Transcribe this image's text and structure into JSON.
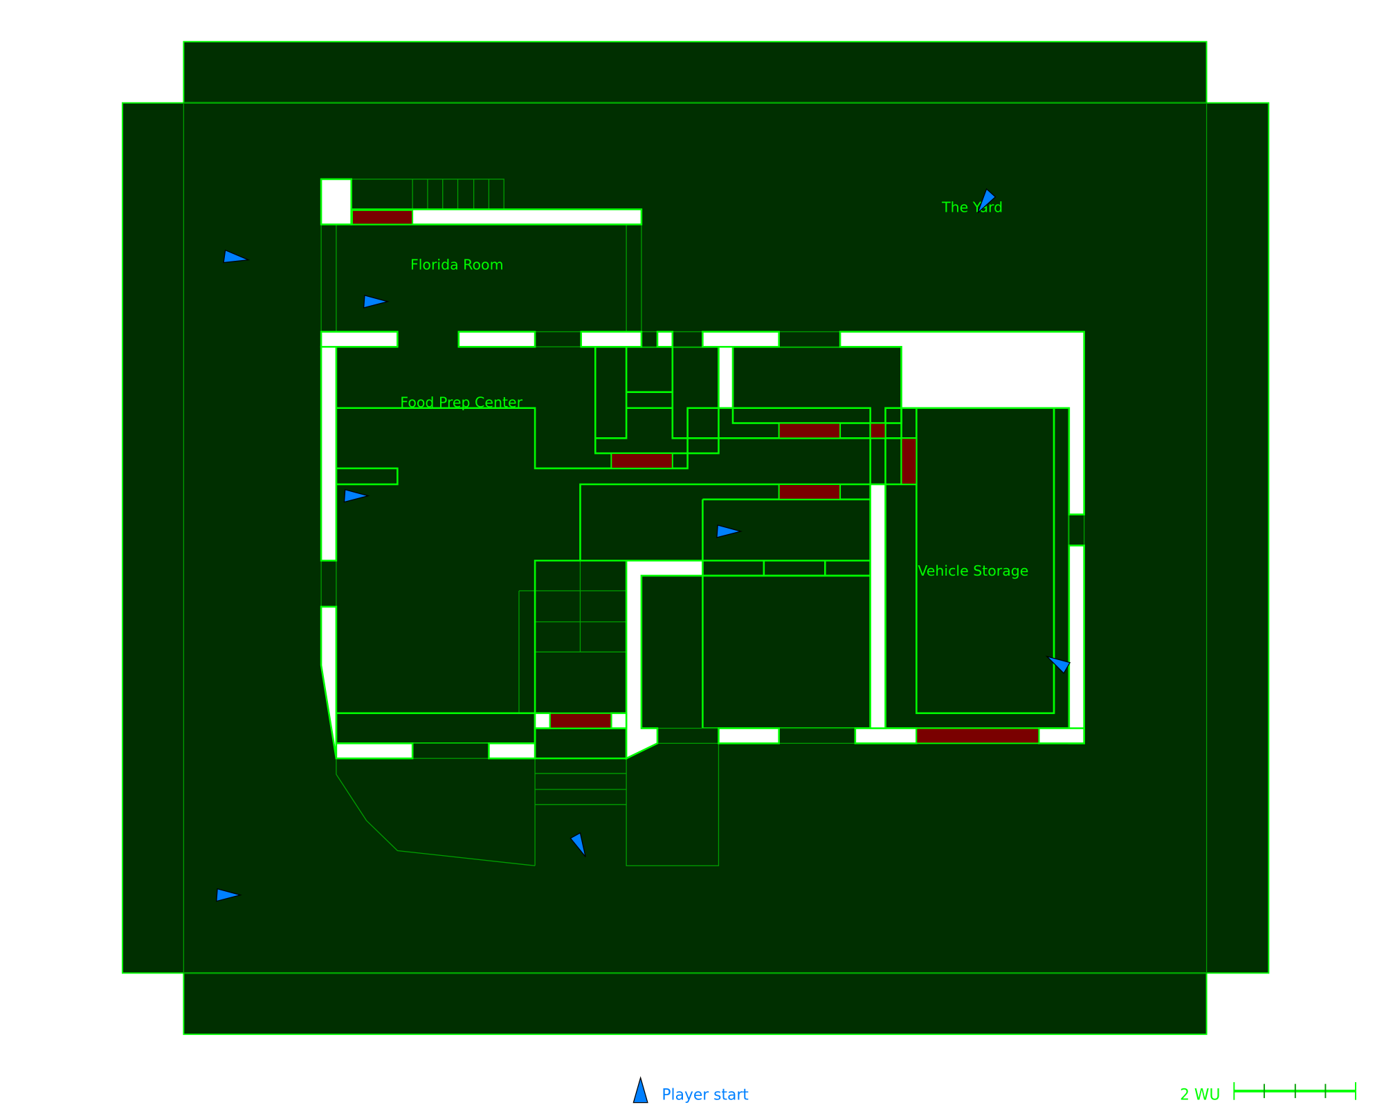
{
  "map": {
    "rooms": {
      "florida_room": "Florida Room",
      "food_prep": "Food Prep Center",
      "yard": "The Yard",
      "vehicle_storage": "Vehicle Storage"
    },
    "colors": {
      "ground": "#002f00",
      "outline": "#00ff00",
      "wall": "#ffffff",
      "window": "#7a0000",
      "player": "#0080ff"
    }
  },
  "legend": {
    "player_start": "Player start",
    "scale_label": "2 WU"
  }
}
